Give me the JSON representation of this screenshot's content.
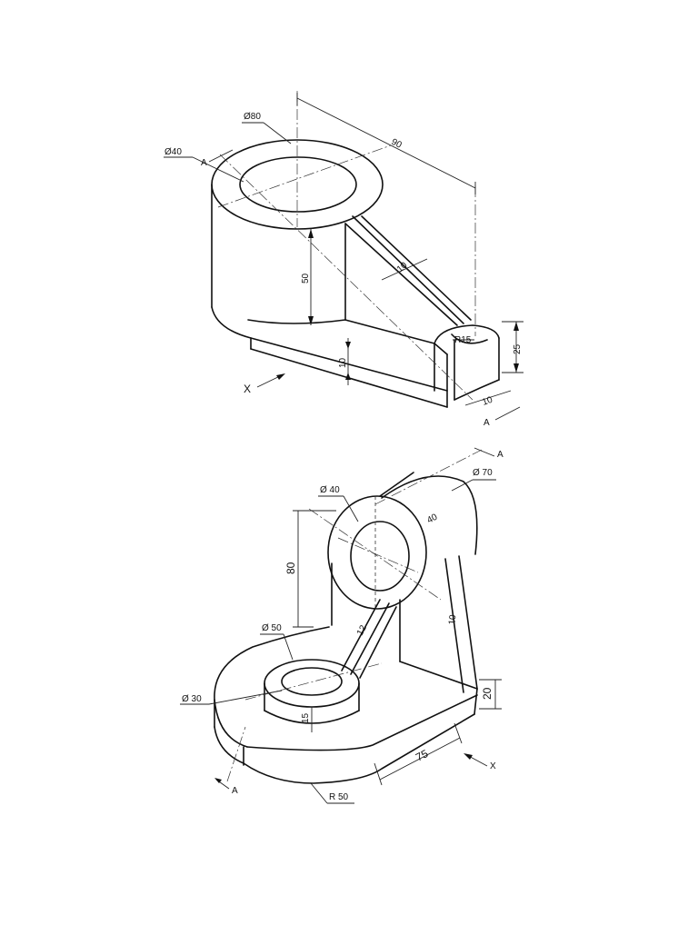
{
  "drawing_1": {
    "dimensions": {
      "d80": "Ø80",
      "d40": "Ø40",
      "l90": "90",
      "h50": "50",
      "t10_rib": "10",
      "t10_base": "10",
      "r15": "R15",
      "h25": "25",
      "w10": "10"
    },
    "section_labels": {
      "a_top": "A",
      "a_bottom": "A"
    },
    "view_label": "X"
  },
  "drawing_2": {
    "dimensions": {
      "d70": "Ø 70",
      "d40": "Ø 40",
      "l40": "40",
      "h80": "80",
      "d50": "Ø 50",
      "t12": "12",
      "t10": "10",
      "d30": "Ø 30",
      "h15": "15",
      "h20": "20",
      "l75": "75",
      "r50": "R 50"
    },
    "section_labels": {
      "a_top": "A",
      "a_bottom": "A"
    },
    "view_label": "X"
  }
}
